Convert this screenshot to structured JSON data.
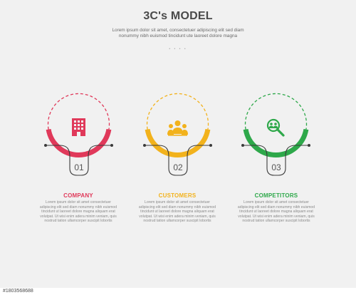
{
  "header": {
    "title": "3C's MODEL",
    "subtitle": "Lorem ipsum dolor sit amet, consectetuer adipiscing elit sed diam nonummy nibh euismod tincidunt ute laoreet dolore magna",
    "dots": "• • • •"
  },
  "steps": [
    {
      "number": "01",
      "label": "COMPANY",
      "color": "#e0395a",
      "icon": "building-icon",
      "description": "Lorem ipsum dolor sit amet consectetuer adipiscing elit sed diam nonummy nibh euismod tincidunt ut laoreet dolore magna aliquam erat volutpat. Ut wisi enim adera minim veniam, quis nostrud tation ullamcorper suscipit lobortis"
    },
    {
      "number": "02",
      "label": "CUSTOMERS",
      "color": "#f2b21c",
      "icon": "people-group-icon",
      "description": "Lorem ipsum dolor sit amet consectetuer adipiscing elit sed diam nonummy nibh euismod tincidunt ut laoreet dolore magna aliquam erat volutpat. Ut wisi enim adera minim veniam, quis nostrud tation ullamcorper suscipit lobortis"
    },
    {
      "number": "03",
      "label": "COMPETITORS",
      "color": "#2ea84a",
      "icon": "magnifier-people-icon",
      "description": "Lorem ipsum dolor sit amet consectetuer adipiscing elit sed diam nonummy nibh euismod tincidunt ut laoreet dolore magna aliquam erat volutpat. Ut wisi enim adera minim veniam, quis nostrud tation ullamcorper suscipit lobortis"
    }
  ],
  "footer": {
    "stock_id": "#1803568688"
  }
}
